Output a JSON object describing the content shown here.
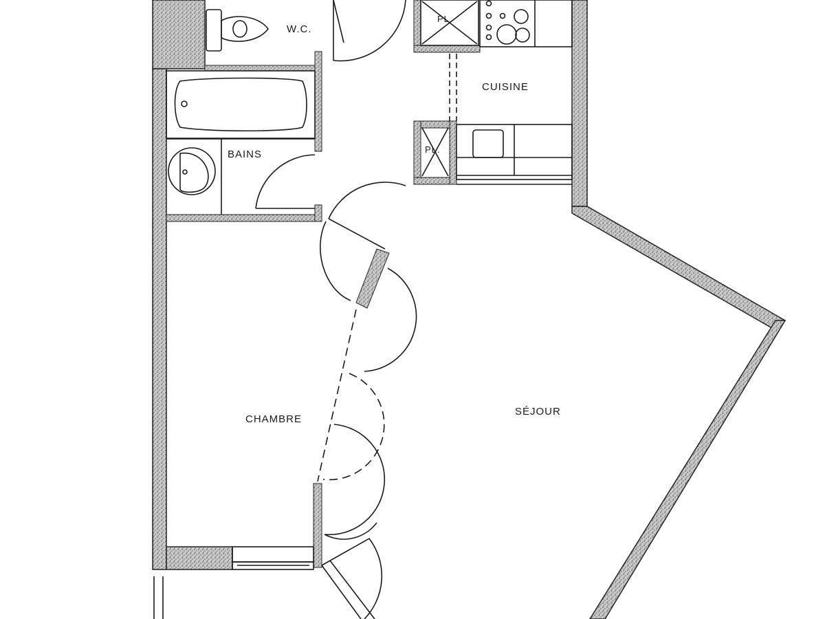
{
  "plan": {
    "type": "apartment floor plan",
    "rooms": [
      {
        "id": "wc",
        "label": "W.C."
      },
      {
        "id": "bains",
        "label": "BAINS"
      },
      {
        "id": "cuisine",
        "label": "CUISINE"
      },
      {
        "id": "chambre",
        "label": "CHAMBRE"
      },
      {
        "id": "sejour",
        "label": "SÉJOUR"
      }
    ],
    "closets": [
      {
        "id": "placard-top",
        "label": "PL."
      },
      {
        "id": "placard-bottom",
        "label": "PL."
      }
    ],
    "colors": {
      "wall_fill": "#bdbdbd",
      "wall_stroke": "#222222",
      "line": "#1a1a1a",
      "background": "#ffffff"
    }
  }
}
